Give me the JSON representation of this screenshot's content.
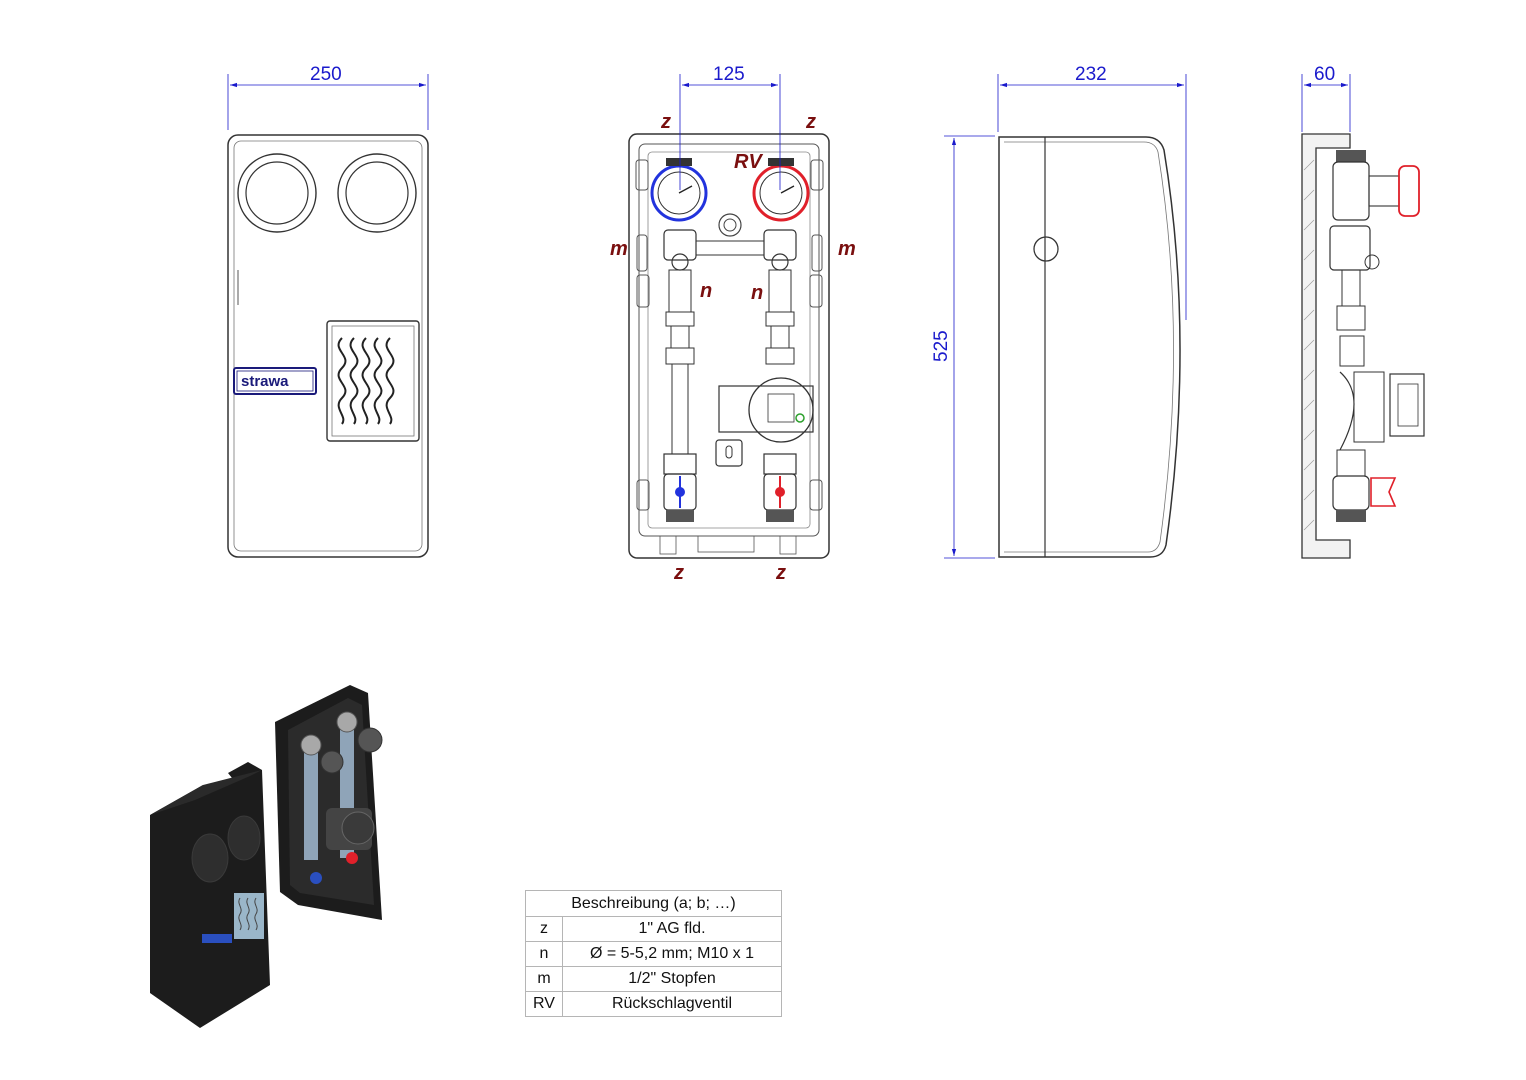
{
  "dimensions": {
    "front_width": "250",
    "connection_spacing": "125",
    "side_width": "232",
    "height": "525",
    "depth": "60"
  },
  "labels": {
    "z": "z",
    "rv": "RV",
    "m": "m",
    "n": "n"
  },
  "brand": "strawa",
  "legend": {
    "header": "Beschreibung (a; b; …)",
    "rows": [
      {
        "key": "z",
        "value": "1\" AG fld."
      },
      {
        "key": "n",
        "value": "Ø = 5-5,2 mm; M10 x 1"
      },
      {
        "key": "m",
        "value": "1/2\" Stopfen"
      },
      {
        "key": "RV",
        "value": "Rückschlagventil"
      }
    ]
  },
  "colors": {
    "dimension": "#1a1acc",
    "label": "#7a0f0f",
    "supply_hot": "#e0202a",
    "return_cold": "#2233dd",
    "body_black": "#1c1c1c"
  }
}
